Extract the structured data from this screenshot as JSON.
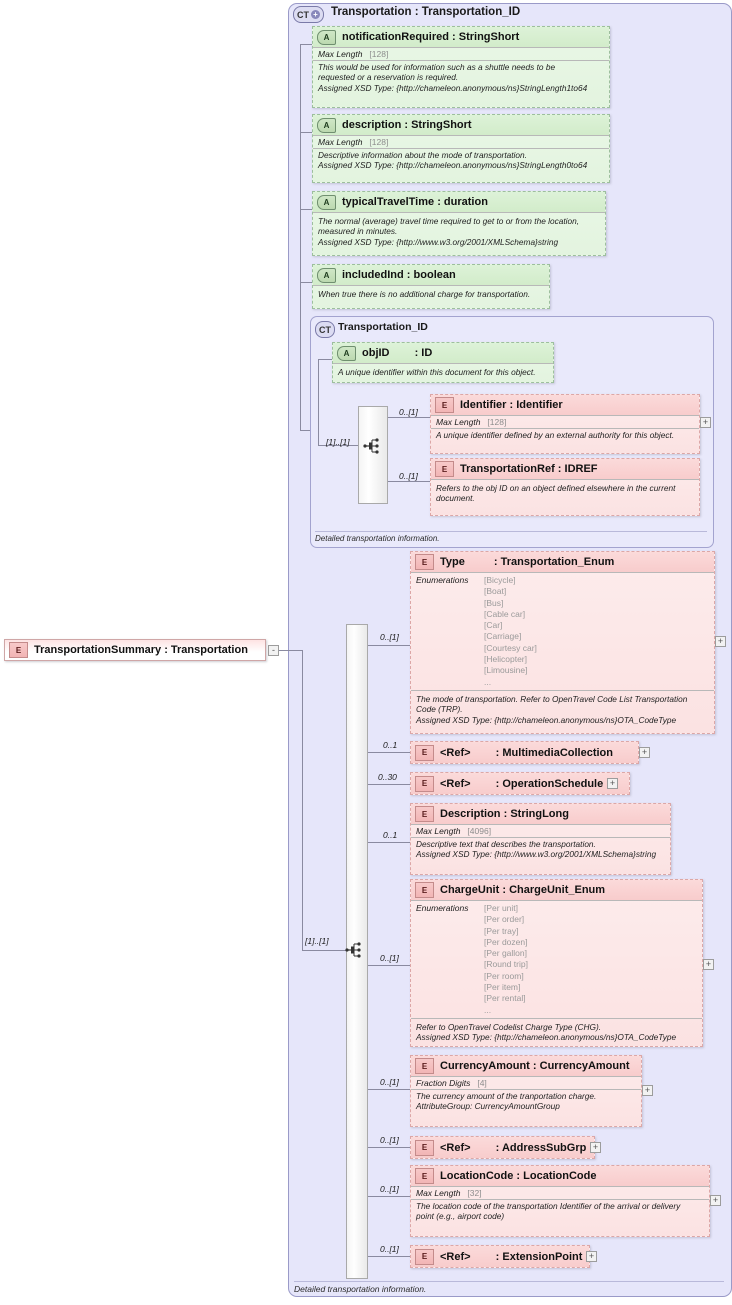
{
  "diagram": {
    "root_element": {
      "label": "TransportationSummary : Transportation",
      "badge": "E",
      "toggle": "-"
    },
    "complex_type": {
      "badge": "CT",
      "badge_plus": "+",
      "title": "Transportation : Transportation_ID",
      "footer": "Detailed transportation information."
    },
    "inner_complex_type": {
      "badge": "CT",
      "title": "Transportation_ID",
      "footer": "Detailed transportation information."
    },
    "compositor_cardinality_outer": "[1]..[1]",
    "compositor_cardinality_inner": "[1]..[1]",
    "expand_symbol": "+"
  },
  "attributes": [
    {
      "badge": "A",
      "name": "notificationRequired",
      "sep": ":",
      "type": "StringShort",
      "facet_name": "Max Length",
      "facet_value": "[128]",
      "annotation": [
        "This would be used for information such as a shuttle needs to be",
        "requested or a reservation is required.",
        "Assigned XSD Type: {http://chameleon.anonymous/ns}StringLength1to64"
      ]
    },
    {
      "badge": "A",
      "name": "description",
      "sep": ":",
      "type": "StringShort",
      "facet_name": "Max Length",
      "facet_value": "[128]",
      "annotation": [
        "Descriptive information about the mode of transportation.",
        "Assigned XSD Type: {http://chameleon.anonymous/ns}StringLength0to64"
      ]
    },
    {
      "badge": "A",
      "name": "typicalTravelTime",
      "sep": ":",
      "type": "duration",
      "annotation": [
        "The normal (average) travel time required to get to or from the location,",
        "measured in minutes.",
        "Assigned XSD Type: {http://www.w3.org/2001/XMLSchema}string"
      ]
    },
    {
      "badge": "A",
      "name": "includedInd",
      "sep": ":",
      "type": "boolean",
      "annotation": [
        "When true there is no additional charge for transportation."
      ]
    }
  ],
  "inner_attribute": {
    "badge": "A",
    "name": "objID",
    "sep": ":",
    "type": "ID",
    "annotation": [
      "A unique identifier within this document for this object."
    ]
  },
  "inner_elements": [
    {
      "badge": "E",
      "name": "Identifier",
      "sep": ":",
      "type": "Identifier",
      "cardinality": "0..[1]",
      "facet_name": "Max Length",
      "facet_value": "[128]",
      "annotation": [
        "A unique identifier defined by an external authority for this object."
      ],
      "expandable": true
    },
    {
      "badge": "E",
      "name": "TransportationRef",
      "sep": ":",
      "type": "IDREF",
      "cardinality": "0..[1]",
      "annotation": [
        "Refers to the obj ID on an object defined elsewhere in the current",
        "document."
      ],
      "expandable": false
    }
  ],
  "elements": [
    {
      "badge": "E",
      "name": "Type",
      "sep": ":",
      "type": "Transportation_Enum",
      "cardinality": "0..[1]",
      "enum_label": "Enumerations",
      "enumerations": [
        "[Bicycle]",
        "[Boat]",
        "[Bus]",
        "[Cable car]",
        "[Car]",
        "[Carriage]",
        "[Courtesy car]",
        "[Helicopter]",
        "[Limousine]",
        "..."
      ],
      "annotation": [
        "The mode of transportation. Refer to OpenTravel Code List Transportation",
        "Code (TRP).",
        "Assigned XSD Type: {http://chameleon.anonymous/ns}OTA_CodeType"
      ],
      "expandable": true
    },
    {
      "badge": "E",
      "name": "<Ref>",
      "sep": ":",
      "type": "MultimediaCollection",
      "cardinality": "0..1",
      "expandable": true
    },
    {
      "badge": "E",
      "name": "<Ref>",
      "sep": ":",
      "type": "OperationSchedule",
      "cardinality": "0..30",
      "expandable": true
    },
    {
      "badge": "E",
      "name": "Description",
      "sep": ":",
      "type": "StringLong",
      "cardinality": "0..1",
      "facet_name": "Max Length",
      "facet_value": "[4096]",
      "annotation": [
        "Descriptive text that describes the transportation.",
        "Assigned XSD Type: {http://www.w3.org/2001/XMLSchema}string"
      ],
      "expandable": false
    },
    {
      "badge": "E",
      "name": "ChargeUnit",
      "sep": ":",
      "type": "ChargeUnit_Enum",
      "cardinality": "0..[1]",
      "enum_label": "Enumerations",
      "enumerations": [
        "[Per unit]",
        "[Per order]",
        "[Per tray]",
        "[Per dozen]",
        "[Per gallon]",
        "[Round trip]",
        "[Per room]",
        "[Per item]",
        "[Per rental]",
        "..."
      ],
      "annotation": [
        "Refer to OpenTravel Codelist Charge Type (CHG).",
        "Assigned XSD Type: {http://chameleon.anonymous/ns}OTA_CodeType"
      ],
      "expandable": true
    },
    {
      "badge": "E",
      "name": "CurrencyAmount",
      "sep": ":",
      "type": "CurrencyAmount",
      "cardinality": "0..[1]",
      "facet_name": "Fraction Digits",
      "facet_value": "[4]",
      "annotation": [
        "The currency amount of the tranportation charge.",
        "AttributeGroup: CurrencyAmountGroup"
      ],
      "expandable": true
    },
    {
      "badge": "E",
      "name": "<Ref>",
      "sep": ":",
      "type": "AddressSubGrp",
      "cardinality": "0..[1]",
      "expandable": true
    },
    {
      "badge": "E",
      "name": "LocationCode",
      "sep": ":",
      "type": "LocationCode",
      "cardinality": "0..[1]",
      "facet_name": "Max Length",
      "facet_value": "[32]",
      "annotation": [
        "The location code of the transportation Identifier of the arrival or delivery",
        "point (e.g., airport code)"
      ],
      "expandable": true
    },
    {
      "badge": "E",
      "name": "<Ref>",
      "sep": ":",
      "type": "ExtensionPoint",
      "cardinality": "0..[1]",
      "expandable": true
    }
  ]
}
